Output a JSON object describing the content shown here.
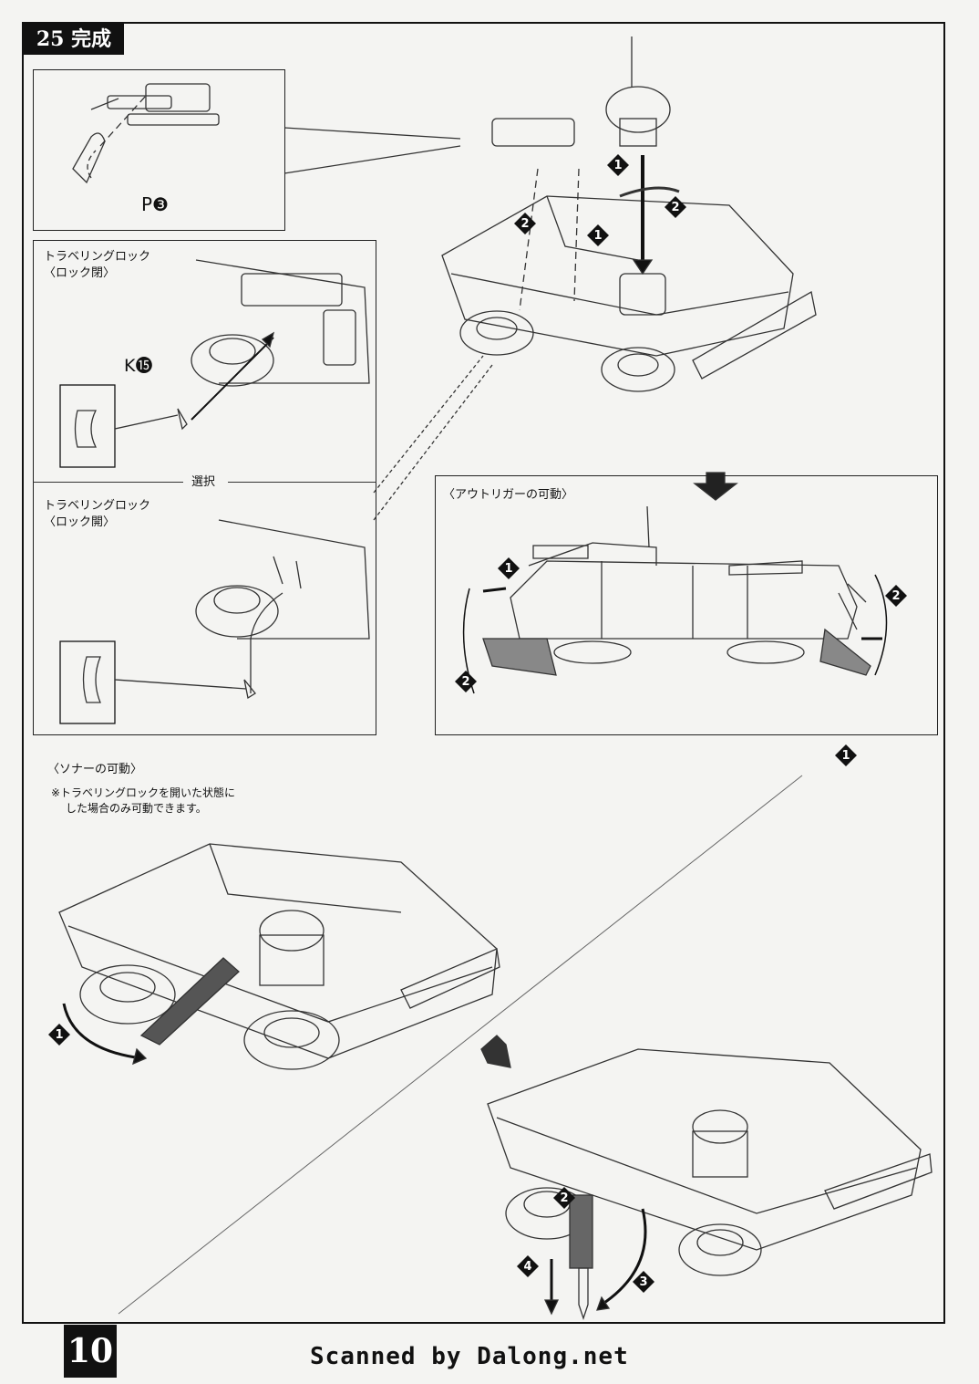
{
  "header": {
    "step_number": "25",
    "step_title": "完成"
  },
  "detail1": {
    "part_label": "P❸"
  },
  "lock_closed": {
    "title_line1": "トラベリングロック",
    "title_line2": "〈ロック閉〉",
    "part_label": "K⓯"
  },
  "select": {
    "label": "選択"
  },
  "lock_open": {
    "title_line1": "トラベリングロック",
    "title_line2": "〈ロック開〉"
  },
  "outrigger": {
    "title": "〈アウトリガーの可動〉"
  },
  "sonar": {
    "title": "〈ソナーの可動〉",
    "note_line1": "※トラベリングロックを開いた状態に",
    "note_line2": "した場合のみ可動できます。"
  },
  "steps": [
    "1",
    "2",
    "3",
    "4"
  ],
  "page": {
    "number": "10"
  },
  "footer": {
    "text": "Scanned by Dalong.net"
  }
}
